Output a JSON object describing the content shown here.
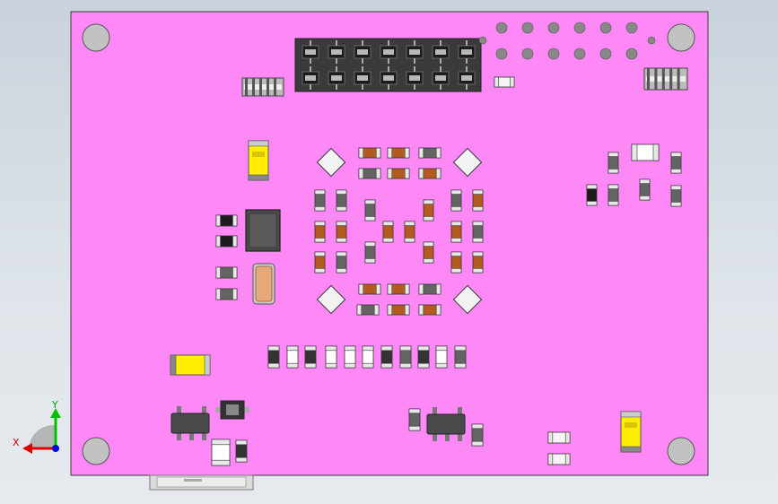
{
  "view": {
    "background_top": "#c9d2db",
    "background_bottom": "#e6eaee"
  },
  "pcb": {
    "board_color": "#ff88f7",
    "outline_color": "#3c3c3c",
    "mounting_holes": 4
  },
  "components": {
    "pin_header": {
      "rows": 2,
      "cols": 7,
      "body_color": "#3a3a3a"
    },
    "test_points": {
      "rows": 2,
      "cols": 6,
      "color": "#888888"
    },
    "crystal_color": "#e7a97a",
    "tantalum_color": "#ffee00",
    "resistor_brown": "#b35a1f",
    "resistor_grey": "#646464",
    "ic_body_color": "#4a4a4a"
  },
  "triad": {
    "x_label": "X",
    "y_label": "Y",
    "x_color": "#e00000",
    "y_color": "#00c000",
    "z_color": "#0000e0"
  }
}
